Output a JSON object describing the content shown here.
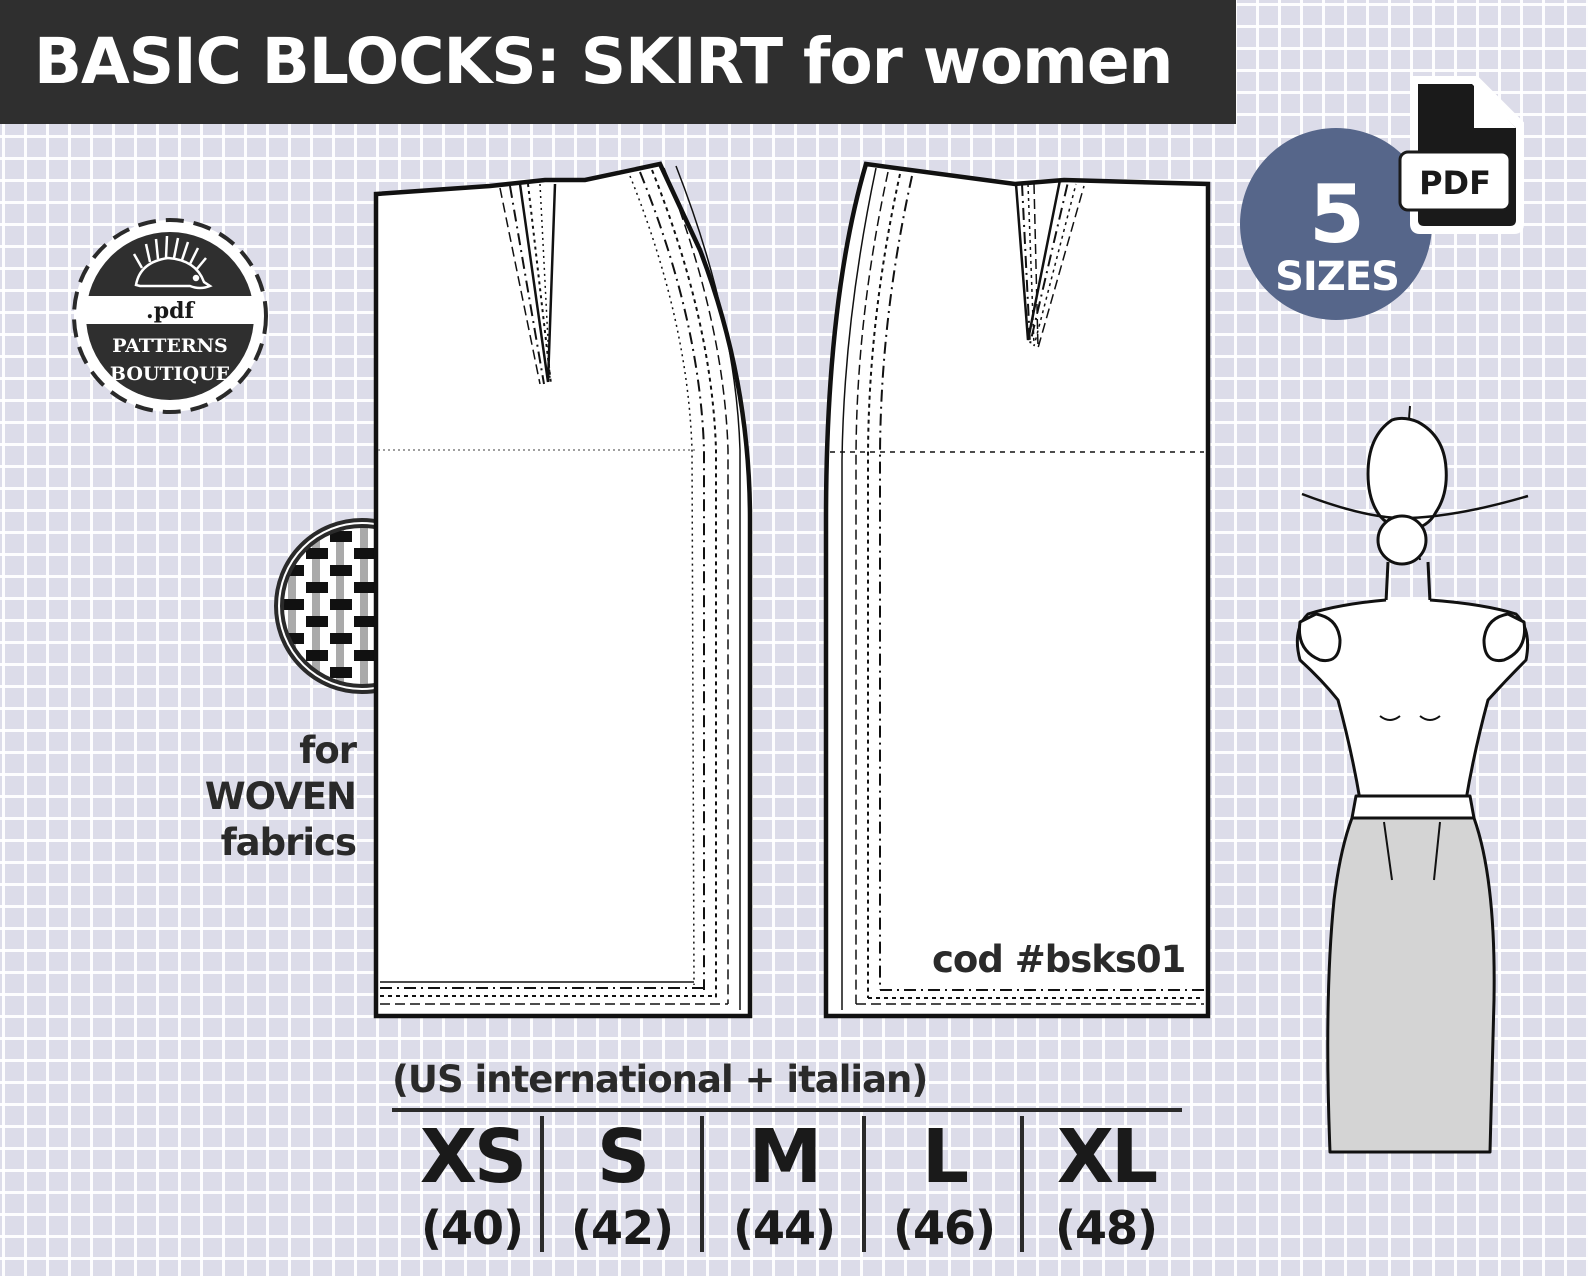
{
  "header": {
    "title": "BASIC BLOCKS: SKIRT for women"
  },
  "logo": {
    "ext": ".pdf",
    "line1": "PATTERNS",
    "line2": "BOUTIQUE"
  },
  "badge": {
    "number": "5",
    "label": "SIZES",
    "file_type": "PDF"
  },
  "fabric": {
    "line1": "for",
    "line2": "WOVEN",
    "line3": "fabrics"
  },
  "product_code": "cod #bsks01",
  "sizes_note": "(US international + italian)",
  "sizes": [
    {
      "us": "XS",
      "it": "(40)"
    },
    {
      "us": "S",
      "it": "(42)"
    },
    {
      "us": "M",
      "it": "(44)"
    },
    {
      "us": "L",
      "it": "(46)"
    },
    {
      "us": "XL",
      "it": "(48)"
    }
  ],
  "colors": {
    "title_bar": "#2f2f2f",
    "badge": "#56668a",
    "background": "#dcdce9",
    "skirt_fill": "#d4d4d4"
  },
  "icons": [
    "hedgehog-icon",
    "pdf-file-icon",
    "woven-fabric-icon",
    "dress-form-icon"
  ]
}
